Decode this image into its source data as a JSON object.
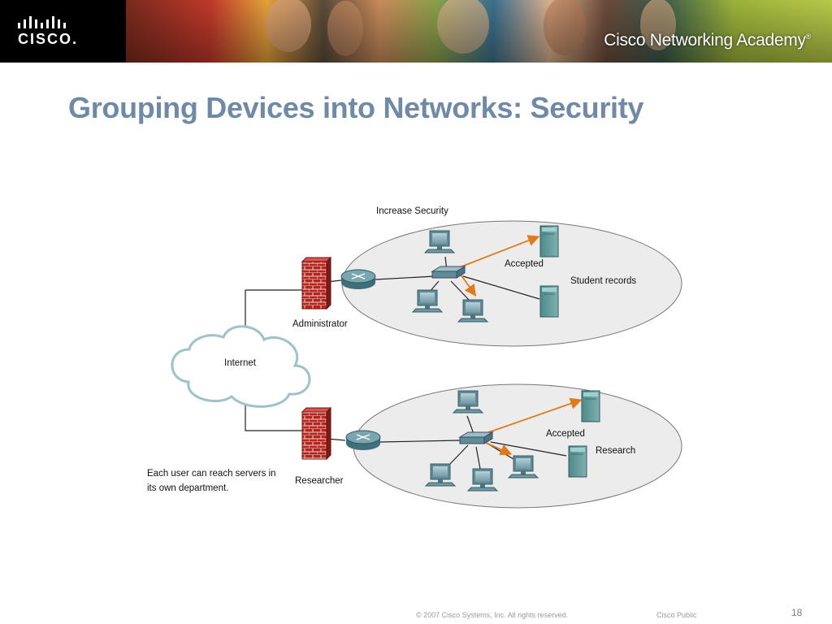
{
  "banner": {
    "logo_text": "CISCO.",
    "academy_part1": "Cisco ",
    "academy_part2": "Networking Academy",
    "academy_mark": "®"
  },
  "title": "Grouping Devices into Networks: Security",
  "diagram": {
    "increase_security": "Increase Security",
    "accepted_top": "Accepted",
    "student_records": "Student records",
    "administrator": "Administrator",
    "internet": "Internet",
    "accepted_bottom": "Accepted",
    "research": "Research",
    "researcher": "Researcher",
    "note_line1": "Each user can reach servers in",
    "note_line2": "its own department."
  },
  "footer": {
    "copyright": "© 2007 Cisco Systems, Inc. All rights reserved.",
    "classification": "Cisco Public",
    "page": "18"
  },
  "colors": {
    "title": "#6e8aa6",
    "accepted_arrow": "#e07b1c",
    "ellipse_fill": "#ececec",
    "firewall_brick": "#b3261e"
  }
}
